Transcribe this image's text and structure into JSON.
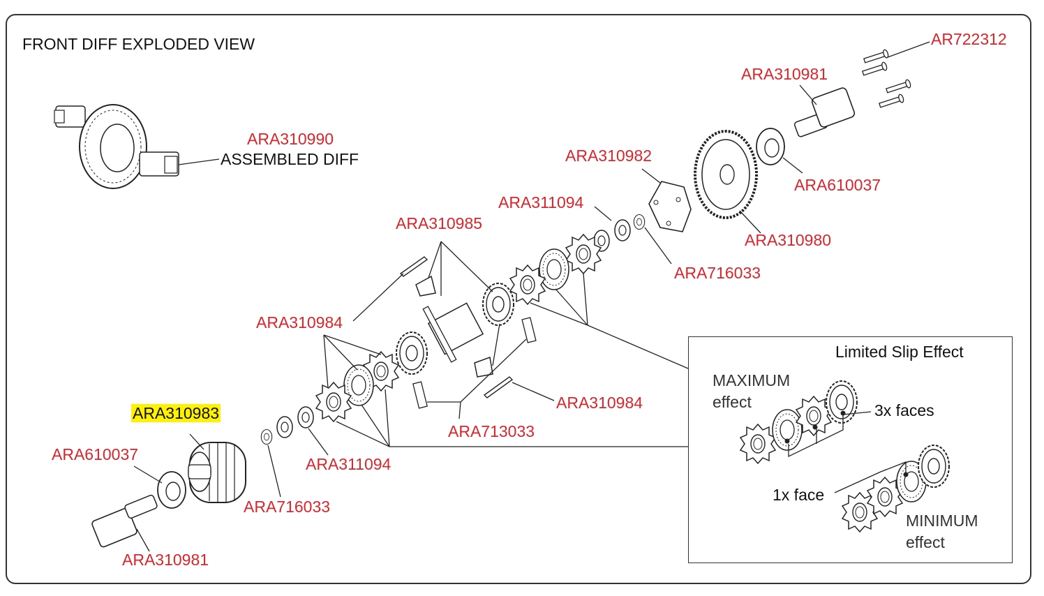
{
  "title": "FRONT DIFF EXPLODED VIEW",
  "labels": {
    "ar722312": "AR722312",
    "ara310981_top": "ARA310981",
    "ara310990": "ARA310990",
    "assembled_diff": "ASSEMBLED DIFF",
    "ara310982": "ARA310982",
    "ara610037_top": "ARA610037",
    "ara311094_top": "ARA311094",
    "ara310985": "ARA310985",
    "ara310980": "ARA310980",
    "ara716033_top": "ARA716033",
    "ara310984_left": "ARA310984",
    "ara310984_right": "ARA310984",
    "ara310983": "ARA310983",
    "ara713033": "ARA713033",
    "ara610037_bottom": "ARA610037",
    "ara311094_bottom": "ARA311094",
    "ara716033_bottom": "ARA716033",
    "ara310981_bottom": "ARA310981"
  },
  "inset": {
    "title": "Limited Slip Effect",
    "max_line1": "MAXIMUM",
    "max_line2": "effect",
    "faces3": "3x faces",
    "face1": "1x face",
    "min_line1": "MINIMUM",
    "min_line2": "effect"
  },
  "colors": {
    "part_number": "#d9252b",
    "highlight": "#fff200",
    "line": "#222222"
  }
}
